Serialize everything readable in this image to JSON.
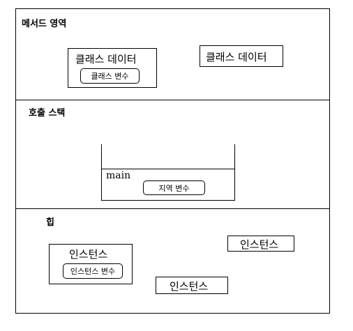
{
  "method_area": {
    "title": "메서드 영역",
    "class_data_1": {
      "label": "클래스 데이터",
      "variable": "클래스 변수"
    },
    "class_data_2": {
      "label": "클래스 데이터"
    }
  },
  "call_stack": {
    "title": "호출 스택",
    "frame": {
      "name": "main",
      "variable": "지역 변수"
    }
  },
  "heap": {
    "title": "힙",
    "instance_1": {
      "label": "인스턴스",
      "variable": "인스턴스 변수"
    },
    "instance_2": {
      "label": "인스턴스"
    },
    "instance_3": {
      "label": "인스턴스"
    }
  }
}
